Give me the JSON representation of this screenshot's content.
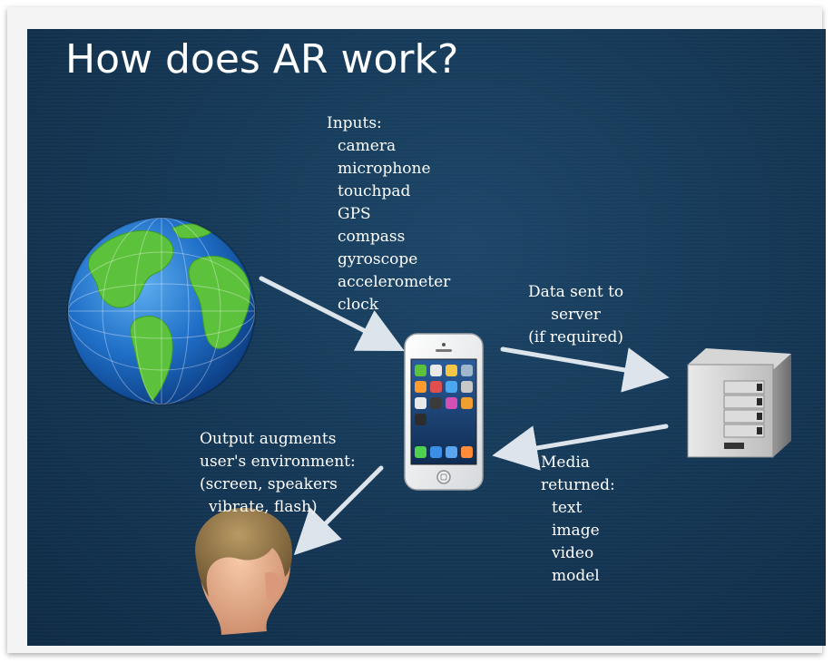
{
  "slide": {
    "title": "How does AR work?"
  },
  "inputs": {
    "heading": "Inputs:",
    "items": [
      "camera",
      "microphone",
      "touchpad",
      "GPS",
      "compass",
      "gyroscope",
      "accelerometer",
      "clock"
    ]
  },
  "data_sent": {
    "lines": [
      "Data sent to",
      "server",
      "(if required)"
    ]
  },
  "output": {
    "lines": [
      "Output augments",
      "user's environment:",
      "(screen, speakers",
      "vibrate, flash)"
    ]
  },
  "media": {
    "heading": "Media",
    "subheading": "returned:",
    "items": [
      "text",
      "image",
      "video",
      "model"
    ]
  },
  "colors": {
    "background": "#163a59",
    "text": "#ffffff",
    "arrow": "#e8eef4"
  }
}
